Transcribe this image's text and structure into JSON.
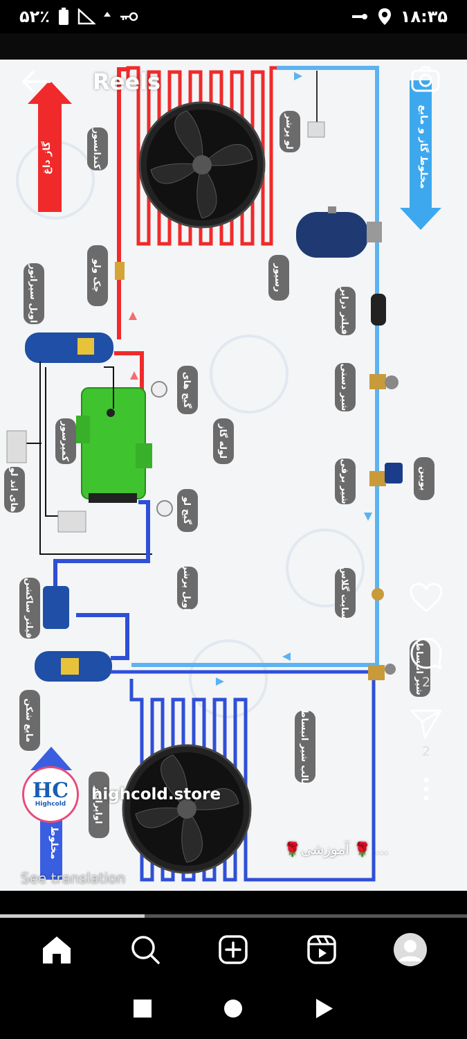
{
  "status_bar": {
    "battery": "۵۲٪",
    "time": "۱۸:۳۵"
  },
  "header": {
    "title": "Reels"
  },
  "diagram": {
    "labels": {
      "hot_gas": "گاز داغ",
      "condenser": "کندانسور",
      "low_pressure_switch": "لو پرشر",
      "liquid_gas_mix_top": "مخلوط گاز و مایع",
      "check_valve": "چک ولو",
      "receiver": "رسیور",
      "oil_separator": "اویل سپراتور",
      "filter_drier": "فیلتر درایر",
      "high_gauge": "گیج های",
      "hand_valve": "شیر دستی",
      "pipe_line": "لوله گاز",
      "compressor": "کمپرسور",
      "solenoid_valve": "شیر برقی",
      "bobbin": "بوبین",
      "hilow_control": "های اند لو",
      "low_gauge": "گیج لو",
      "oil_pressure": "اویل پرشر",
      "sight_glass": "سایت گلاس",
      "suction_filter": "فیلتر ساکشن",
      "expansion_valve": "شیر انبساط",
      "accumulator": "مایع شکن",
      "expansion_bulb": "بالب شیر انبساط",
      "evaporator": "اواپراتور",
      "liquid_gas_mix_bottom": "مخلوط مایع"
    }
  },
  "actions": {
    "like_count": "",
    "comment_count": "2",
    "share_count": "2"
  },
  "owner": {
    "username": "highcold.store",
    "logo_text": "HC",
    "logo_sub": "Highcold"
  },
  "caption": {
    "text": "🌹آموزشی 🌹 ..."
  },
  "see_translation": "See translation",
  "progress": 0.31,
  "colors": {
    "hot_line": "#f02a2a",
    "cold_line": "#5cb3f0",
    "suction_line": "#2f4fd6",
    "compressor": "#3fc42f",
    "label_pill": "#6b6b6b"
  }
}
